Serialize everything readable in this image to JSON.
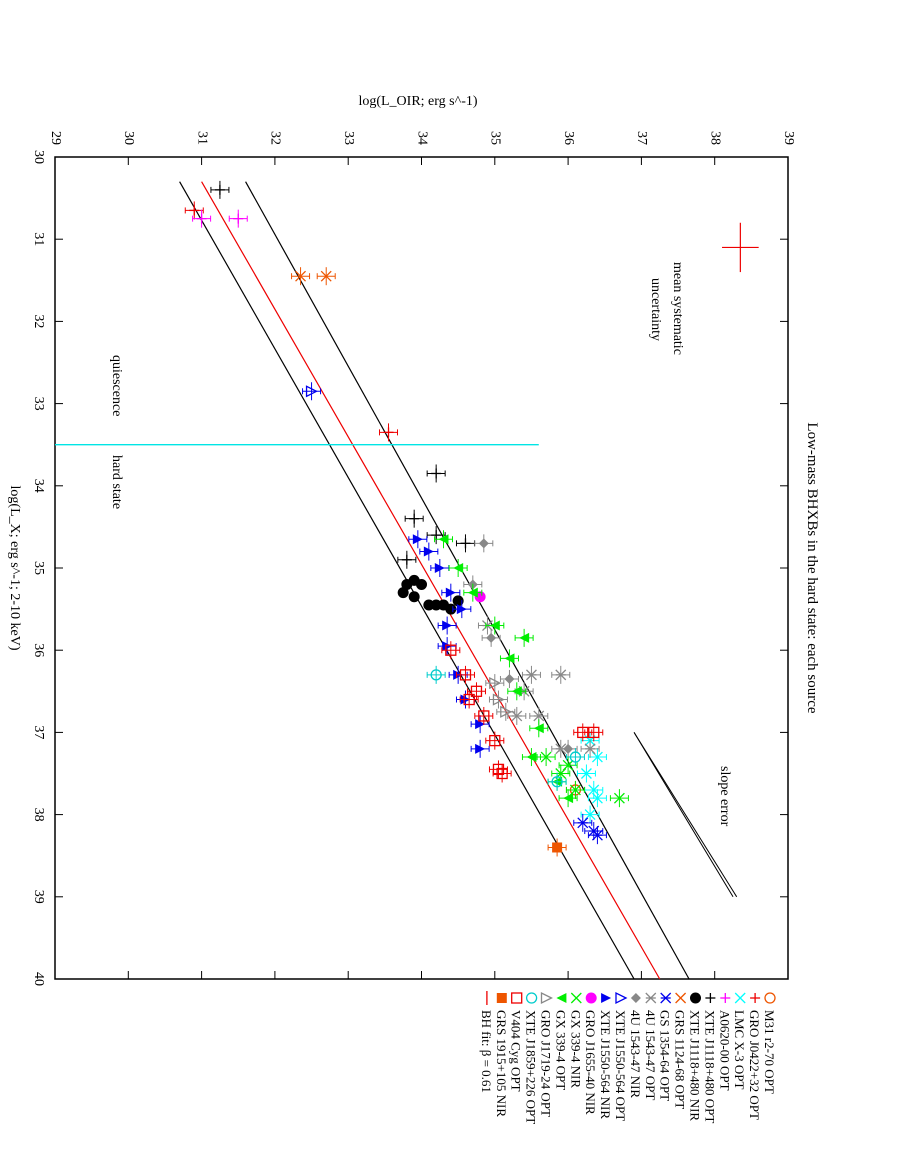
{
  "chart_data": {
    "type": "scatter",
    "title": "Low-mass BHXBs in the hard state: each source",
    "xlabel": "log(L_X; erg s^-1; 2-10 keV)",
    "ylabel": "log(L_OIR; erg s^-1)",
    "xlim": [
      30,
      40
    ],
    "ylim": [
      29,
      39
    ],
    "x_ticks": [
      "30",
      "31",
      "32",
      "33",
      "34",
      "35",
      "36",
      "37",
      "38",
      "39",
      "40"
    ],
    "y_ticks": [
      "29",
      "30",
      "31",
      "32",
      "33",
      "34",
      "35",
      "36",
      "37",
      "38",
      "39"
    ],
    "orientation": "rotated 90 degrees clockwise",
    "annotations": {
      "quiescence": "quiescence",
      "hard_state": "hard state",
      "mean_uncertainty_1": "mean systematic",
      "mean_uncertainty_2": "uncertainty",
      "slope_error": "slope error"
    },
    "divider_x": 33.5,
    "mean_error_bar": {
      "x": 31.1,
      "y": 38.35,
      "xerr": 0.3,
      "yerr": 0.25
    },
    "fit_lines": [
      {
        "style": "red",
        "p1": [
          30.3,
          31.0
        ],
        "p2": [
          40.0,
          37.25
        ]
      },
      {
        "style": "black",
        "p1": [
          30.3,
          30.7
        ],
        "p2": [
          40.0,
          36.9
        ]
      },
      {
        "style": "black",
        "p1": [
          30.3,
          31.6
        ],
        "p2": [
          40.0,
          37.65
        ]
      }
    ],
    "slope_error_lines": [
      {
        "p1": [
          37.0,
          36.9
        ],
        "p2": [
          39.0,
          38.3
        ]
      },
      {
        "p1": [
          37.0,
          36.9
        ],
        "p2": [
          39.0,
          38.25
        ]
      }
    ],
    "series": [
      {
        "name": "M31 r2-70   OPT",
        "color": "#ee5500",
        "marker": "circle-open",
        "points": [
          [
            37.7,
            36.1
          ]
        ]
      },
      {
        "name": "GRO J0422+32   OPT",
        "color": "#ee0000",
        "marker": "plus",
        "points": [
          [
            30.65,
            30.9
          ],
          [
            33.35,
            33.55
          ]
        ]
      },
      {
        "name": "LMC X-3   OPT",
        "color": "#00ffff",
        "marker": "x",
        "points": [
          [
            37.1,
            36.3
          ],
          [
            37.3,
            36.4
          ],
          [
            37.5,
            36.25
          ],
          [
            37.8,
            36.4
          ],
          [
            38.0,
            36.3
          ],
          [
            37.7,
            36.35
          ]
        ]
      },
      {
        "name": "A0620-00   OPT",
        "color": "#ff00ff",
        "marker": "tick",
        "points": [
          [
            30.75,
            31.5
          ],
          [
            30.75,
            31.0
          ]
        ]
      },
      {
        "name": "XTE J1118+480   OPT",
        "color": "#000000",
        "marker": "tick",
        "points": [
          [
            30.4,
            31.25
          ],
          [
            33.85,
            34.2
          ],
          [
            34.4,
            33.9
          ],
          [
            34.6,
            34.2
          ],
          [
            34.9,
            33.8
          ],
          [
            34.7,
            34.6
          ]
        ]
      },
      {
        "name": "XTE J1118+480   NIR",
        "color": "#000000",
        "marker": "dot",
        "points": [
          [
            35.15,
            33.9
          ],
          [
            35.2,
            34.0
          ],
          [
            35.3,
            33.75
          ],
          [
            35.35,
            33.9
          ],
          [
            35.45,
            34.1
          ],
          [
            35.45,
            34.2
          ],
          [
            35.45,
            34.3
          ],
          [
            35.5,
            34.4
          ],
          [
            35.4,
            34.5
          ],
          [
            35.2,
            33.8
          ]
        ]
      },
      {
        "name": "GRS 1124-68   OPT",
        "color": "#ee5500",
        "marker": "x",
        "points": [
          [
            31.45,
            32.35
          ],
          [
            31.45,
            32.7
          ]
        ]
      },
      {
        "name": "GS 1354-64   OPT",
        "color": "#0000ee",
        "marker": "star",
        "points": [
          [
            38.1,
            36.2
          ],
          [
            38.2,
            36.35
          ],
          [
            38.25,
            36.4
          ]
        ]
      },
      {
        "name": "4U 1543-47   OPT",
        "color": "#888888",
        "marker": "star",
        "points": [
          [
            36.3,
            35.5
          ],
          [
            36.3,
            35.9
          ],
          [
            36.8,
            35.3
          ],
          [
            36.8,
            35.6
          ],
          [
            37.2,
            35.9
          ],
          [
            37.2,
            36.3
          ],
          [
            35.7,
            34.9
          ],
          [
            36.5,
            35.4
          ]
        ]
      },
      {
        "name": "4U 1543-47   NIR",
        "color": "#888888",
        "marker": "diamond",
        "points": [
          [
            35.85,
            34.95
          ],
          [
            36.35,
            35.2
          ],
          [
            34.7,
            34.85
          ],
          [
            35.2,
            34.7
          ],
          [
            37.2,
            36.0
          ]
        ]
      },
      {
        "name": "XTE J1550-564   OPT",
        "color": "#0000ee",
        "marker": "triangle-open",
        "points": [
          [
            32.85,
            32.5
          ]
        ]
      },
      {
        "name": "XTE J1550-564   NIR",
        "color": "#0000ee",
        "marker": "triangle-right",
        "points": [
          [
            34.65,
            33.95
          ],
          [
            34.8,
            34.1
          ],
          [
            35.0,
            34.25
          ],
          [
            35.3,
            34.4
          ],
          [
            35.5,
            34.55
          ],
          [
            35.95,
            34.35
          ],
          [
            36.3,
            34.5
          ],
          [
            36.6,
            34.6
          ],
          [
            36.9,
            34.8
          ],
          [
            37.2,
            34.8
          ],
          [
            35.7,
            34.35
          ]
        ]
      },
      {
        "name": "GRO J1655-40   NIR",
        "color": "#ff00ff",
        "marker": "dot",
        "points": [
          [
            35.35,
            34.8
          ]
        ]
      },
      {
        "name": "GX 339-4   NIR",
        "color": "#00ee00",
        "marker": "x",
        "points": [
          [
            37.5,
            35.9
          ],
          [
            37.7,
            36.1
          ],
          [
            37.8,
            36.7
          ],
          [
            37.3,
            35.7
          ],
          [
            37.4,
            36.0
          ]
        ]
      },
      {
        "name": "GX 339-4   OPT",
        "color": "#00ee00",
        "marker": "triangle-left",
        "points": [
          [
            34.65,
            34.3
          ],
          [
            35.0,
            34.5
          ],
          [
            35.3,
            34.7
          ],
          [
            35.7,
            35.0
          ],
          [
            35.85,
            35.4
          ],
          [
            36.1,
            35.2
          ],
          [
            36.5,
            35.3
          ],
          [
            36.95,
            35.6
          ],
          [
            37.3,
            35.5
          ],
          [
            37.6,
            35.85
          ],
          [
            37.8,
            36.0
          ]
        ]
      },
      {
        "name": "GRO J1719-24   OPT",
        "color": "#888888",
        "marker": "triangle-open",
        "points": [
          [
            36.6,
            35.05
          ],
          [
            36.75,
            35.15
          ],
          [
            36.4,
            35.0
          ]
        ]
      },
      {
        "name": "XTE J1859+226   OPT",
        "color": "#00cccc",
        "marker": "circle-open",
        "points": [
          [
            36.3,
            34.2
          ],
          [
            37.3,
            36.1
          ],
          [
            37.6,
            35.85
          ]
        ]
      },
      {
        "name": "V404 Cyg   OPT",
        "color": "#ee0000",
        "marker": "square-open",
        "points": [
          [
            36.0,
            34.4
          ],
          [
            36.3,
            34.6
          ],
          [
            36.5,
            34.75
          ],
          [
            36.8,
            34.85
          ],
          [
            37.1,
            35.0
          ],
          [
            37.45,
            35.05
          ],
          [
            37.5,
            35.1
          ],
          [
            37.0,
            36.2
          ],
          [
            37.0,
            36.35
          ],
          [
            36.6,
            34.65
          ]
        ]
      },
      {
        "name": "GRS 1915+105   NIR",
        "color": "#ee5500",
        "marker": "square-filled",
        "points": [
          [
            38.4,
            35.85
          ]
        ]
      },
      {
        "name": "BH fit: β = 0.61",
        "color": "#ee0000",
        "marker": "line",
        "points": []
      }
    ]
  }
}
